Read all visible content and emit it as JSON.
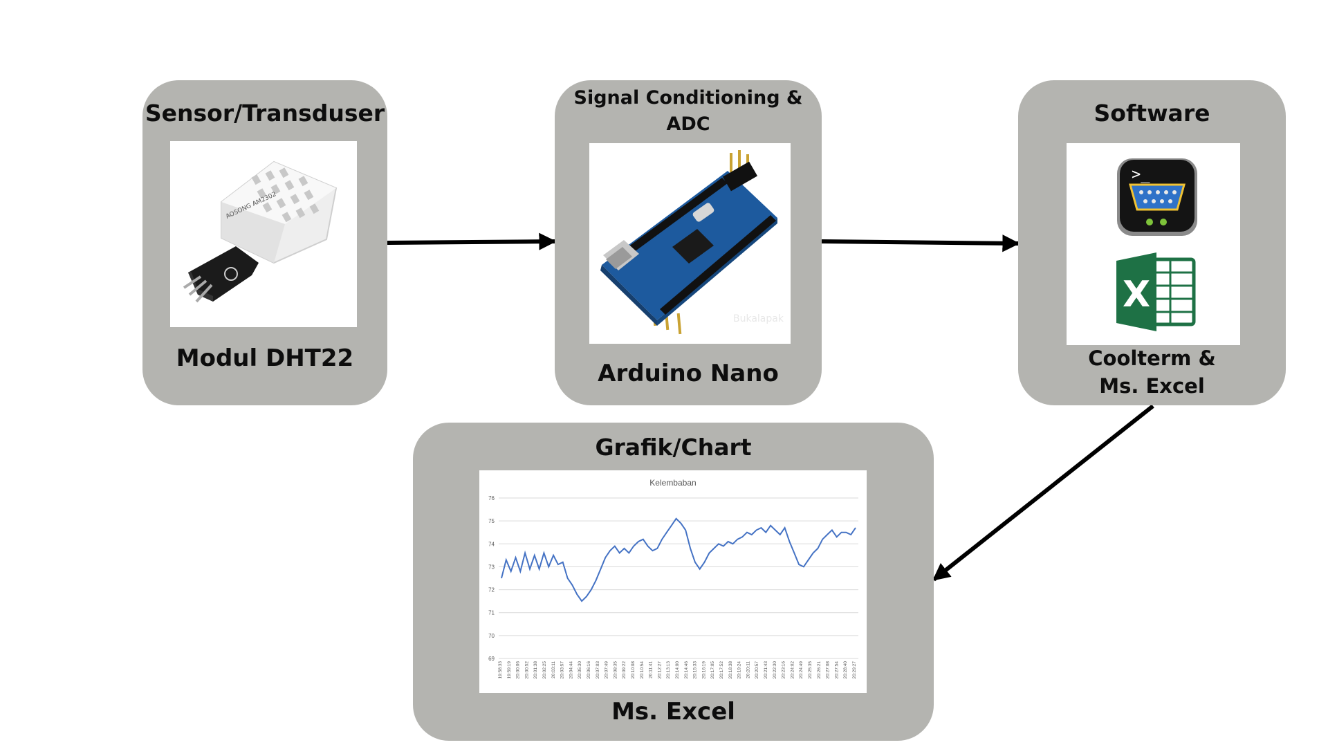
{
  "blocks": {
    "sensor": {
      "title": "Sensor/Transduser",
      "caption": "Modul DHT22",
      "icon": "dht22-sensor-module-icon"
    },
    "signal": {
      "title_line1": "Signal Conditioning &",
      "title_line2": "ADC",
      "caption": "Arduino Nano",
      "icon": "arduino-nano-board-icon",
      "watermark": "Bukalapak"
    },
    "software": {
      "title": "Software",
      "caption_line1": "Coolterm &",
      "caption_line2": "Ms. Excel",
      "icons": [
        "coolterm-serial-port-icon",
        "excel-icon"
      ],
      "terminal_prompt": ">_",
      "excel_letter": "X"
    },
    "chart": {
      "title": "Grafik/Chart",
      "caption": "Ms. Excel"
    }
  },
  "colors": {
    "block_bg": "#b4b4b0",
    "arrow": "#000000",
    "line": "#4472c4",
    "excel_green": "#1e7145"
  },
  "chart_data": {
    "type": "line",
    "title": "Kelembaban",
    "xlabel": "",
    "ylabel": "",
    "ylim": [
      69,
      76
    ],
    "yticks": [
      69,
      70,
      71,
      72,
      73,
      74,
      75,
      76
    ],
    "grid": true,
    "legend": "none",
    "xtick_labels": [
      "19:58:33",
      "19:59:19",
      "20:00:06",
      "20:00:52",
      "20:01:38",
      "20:02:25",
      "20:03:11",
      "20:03:57",
      "20:04:44",
      "20:05:30",
      "20:06:16",
      "20:07:03",
      "20:07:49",
      "20:08:35",
      "20:09:22",
      "20:10:08",
      "20:10:54",
      "20:11:41",
      "20:12:27",
      "20:13:13",
      "20:14:00",
      "20:14:46",
      "20:15:33",
      "20:16:19",
      "20:17:05",
      "20:17:52",
      "20:18:38",
      "20:19:24",
      "20:20:11",
      "20:20:57",
      "20:21:43",
      "20:22:30",
      "20:23:16",
      "20:24:02",
      "20:24:49",
      "20:25:35",
      "20:26:21",
      "20:27:08",
      "20:27:54",
      "20:28:40",
      "20:29:27"
    ],
    "series": [
      {
        "values": [
          72.5,
          73.3,
          72.8,
          73.4,
          72.8,
          73.6,
          72.9,
          73.5,
          72.9,
          73.6,
          73.0,
          73.5,
          73.1,
          73.2,
          72.5,
          72.2,
          71.8,
          71.5,
          71.7,
          72.0,
          72.4,
          72.9,
          73.4,
          73.7,
          73.9,
          73.6,
          73.8,
          73.6,
          73.9,
          74.1,
          74.2,
          73.9,
          73.7,
          73.8,
          74.2,
          74.5,
          74.8,
          75.1,
          74.9,
          74.6,
          73.8,
          73.2,
          72.9,
          73.2,
          73.6,
          73.8,
          74.0,
          73.9,
          74.1,
          74.0,
          74.2,
          74.3,
          74.5,
          74.4,
          74.6,
          74.7,
          74.5,
          74.8,
          74.6,
          74.4,
          74.7,
          74.1,
          73.6,
          73.1,
          73.0,
          73.3,
          73.6,
          73.8,
          74.2,
          74.4,
          74.6,
          74.3,
          74.5,
          74.5,
          74.4,
          74.7
        ]
      }
    ]
  }
}
